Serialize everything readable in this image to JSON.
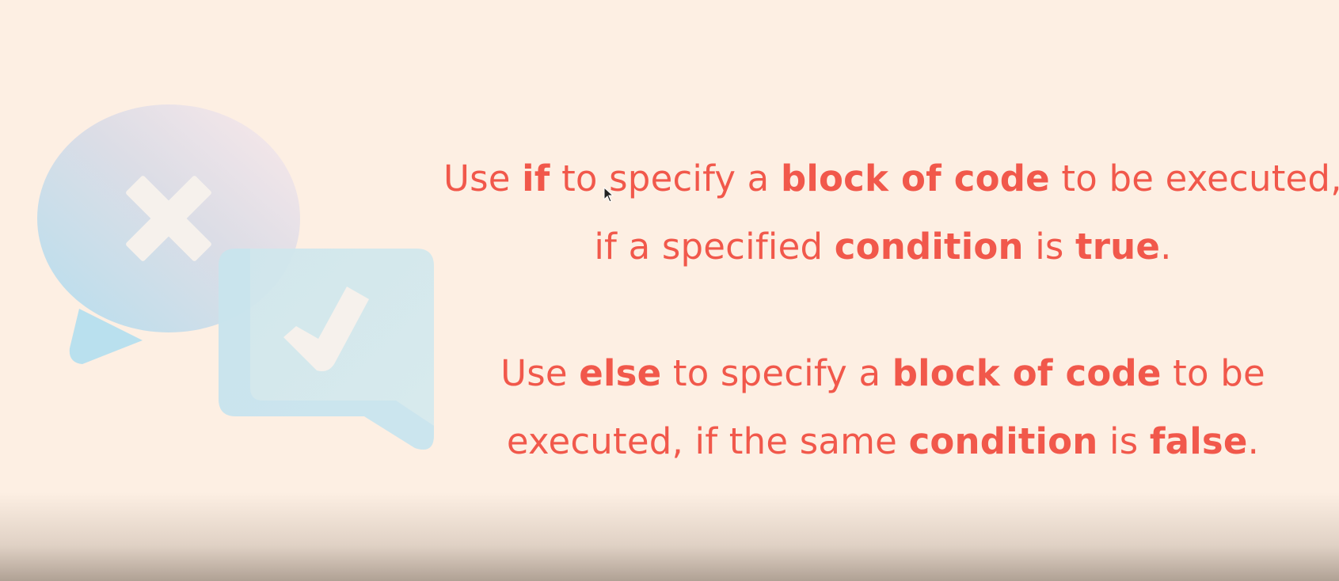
{
  "colors": {
    "background": "#fdefe3",
    "text_accent": "#f1584b",
    "bubble_blue": "#bfe2ee",
    "bubble_pink": "#f6e4e8",
    "glyph_white": "#f6f1ec"
  },
  "icons": {
    "cancel_bubble": "chat-bubble-x-icon",
    "confirm_bubble": "chat-bubble-check-icon",
    "cursor": "mouse-cursor-icon"
  },
  "paragraphs": {
    "if_rule": {
      "line1": {
        "t1": "Use ",
        "b1": "if",
        "t2": " to specify a ",
        "b2": "block of code",
        "t3": " to be executed,"
      },
      "line2": {
        "t1": "if a specified ",
        "b1": "condition",
        "t2": " is ",
        "b2": "true",
        "t3": "."
      }
    },
    "else_rule": {
      "line1": {
        "t1": "Use ",
        "b1": "else",
        "t2": " to specify a ",
        "b2": "block of code",
        "t3": " to be"
      },
      "line2": {
        "t1": "executed, if the same ",
        "b1": "condition",
        "t2": " is ",
        "b2": "false",
        "t3": "."
      }
    }
  }
}
